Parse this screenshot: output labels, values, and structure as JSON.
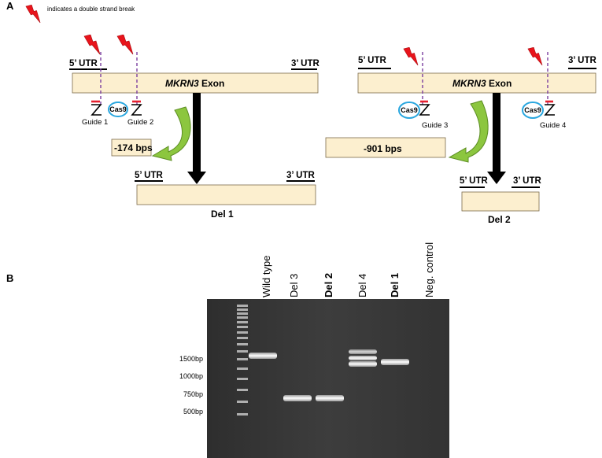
{
  "legend": {
    "text": "indicates a double strand break",
    "icon": "lightning-bolt-icon"
  },
  "panel_a": {
    "label": "A",
    "left": {
      "utr5": "5’ UTR",
      "utr3": "3’ UTR",
      "exon_gene": "MKRN3",
      "exon_word": " Exon",
      "cas9": "Cas9",
      "guide1": "Guide 1",
      "guide2": "Guide 2",
      "deletion": "-174 bps",
      "result_utr5": "5’ UTR",
      "result_utr3": "3’ UTR",
      "result_label": "Del 1"
    },
    "right": {
      "utr5": "5’ UTR",
      "utr3": "3’ UTR",
      "exon_gene": "MKRN3",
      "exon_word": " Exon",
      "cas9_a": "Cas9",
      "cas9_b": "Cas9",
      "guide3": "Guide 3",
      "guide4": "Guide 4",
      "deletion": "-901 bps",
      "result_utr5": "5’ UTR",
      "result_utr3": "3’ UTR",
      "result_label": "Del 2"
    }
  },
  "panel_b": {
    "label": "B",
    "lanes": [
      {
        "label": "Wild type",
        "bold": false
      },
      {
        "label": "Del 3",
        "bold": false
      },
      {
        "label": "Del 2",
        "bold": true
      },
      {
        "label": "Del 4",
        "bold": false
      },
      {
        "label": "Del 1",
        "bold": true
      },
      {
        "label": "Neg. control",
        "bold": false
      }
    ],
    "markers": [
      "1500bp",
      "1000bp",
      "750bp",
      "500bp"
    ]
  },
  "colors": {
    "exon_fill": "#fcefcf",
    "arrow_green": "#8cc63f",
    "guide_red": "#e5202e",
    "cas9_ring": "#2aa7df",
    "cut_line": "#7b3fa0",
    "bolt_red": "#e8141b",
    "gel_bg": "#3a3a3a"
  }
}
